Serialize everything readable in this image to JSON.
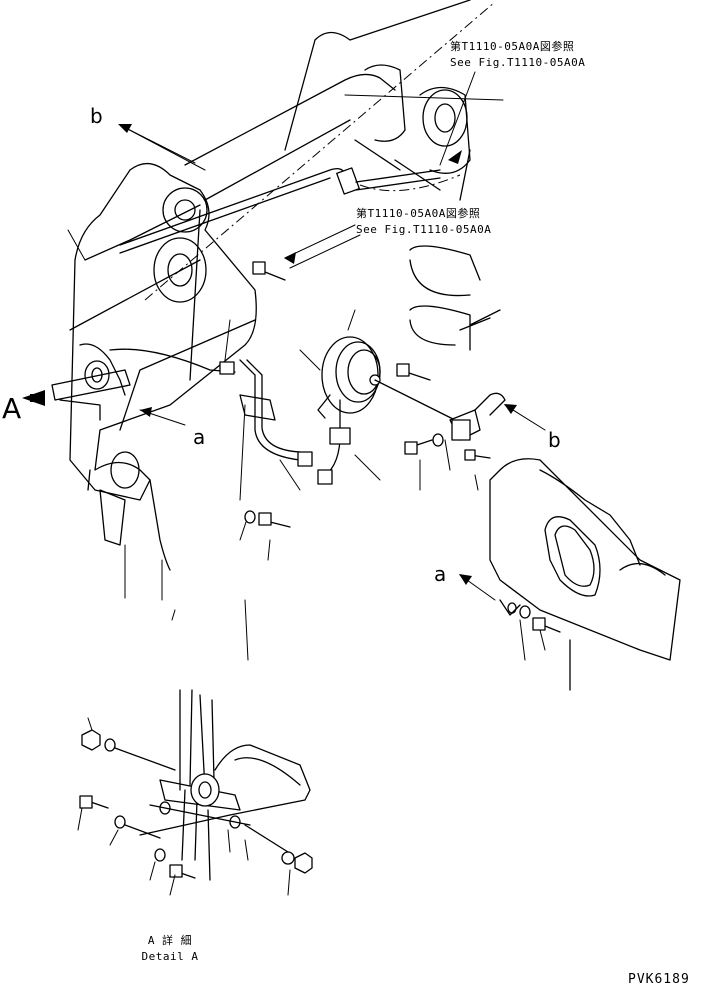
{
  "callouts": {
    "ref1_jp": "第T1110-05A0A図参照",
    "ref1_en": "See Fig.T1110-05A0A",
    "ref2_jp": "第T1110-05A0A図参照",
    "ref2_en": "See Fig.T1110-05A0A"
  },
  "letters": {
    "b_top": "b",
    "b_right": "b",
    "a_mid": "a",
    "a_right": "a",
    "view_a": "A"
  },
  "detail_caption": {
    "jp": "A 詳 細",
    "en": "Detail A"
  },
  "drawing_code": "PVK6189"
}
